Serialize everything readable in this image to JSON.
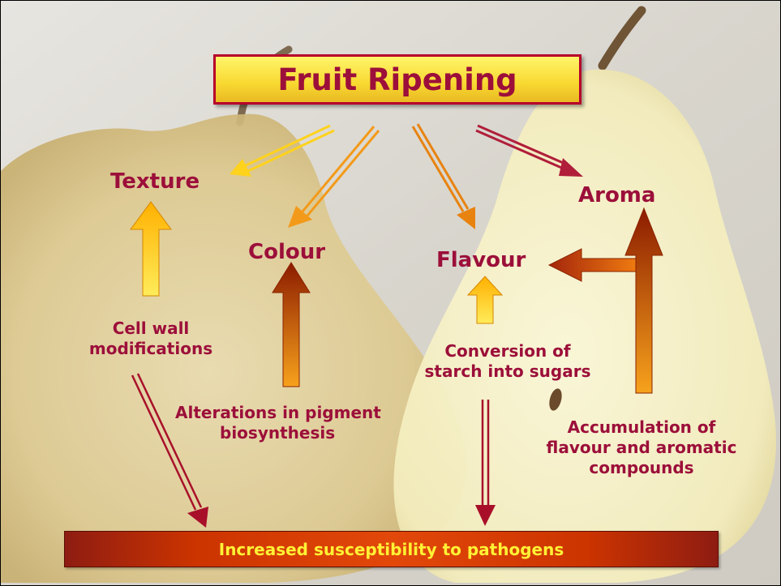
{
  "title": "Fruit Ripening",
  "nodes": {
    "texture": "Texture",
    "colour": "Colour",
    "flavour": "Flavour",
    "aroma": "Aroma"
  },
  "processes": {
    "cell_wall": [
      "Cell wall",
      "modifications"
    ],
    "pigment": [
      "Alterations in pigment",
      "biosynthesis"
    ],
    "starch": [
      "Conversion of",
      "starch into sugars"
    ],
    "accumulation": [
      "Accumulation of",
      "flavour and aromatic",
      "compounds"
    ]
  },
  "outcome": "Increased susceptibility to pathogens",
  "colors": {
    "text": "#9c0f3a",
    "title_fill": "#f8d830",
    "title_border": "#b6002b",
    "bar_text": "#fff235",
    "arrow_yellow": "#ffd21c",
    "arrow_orange": "#f28c0a",
    "arrow_red": "#b01e1e"
  }
}
